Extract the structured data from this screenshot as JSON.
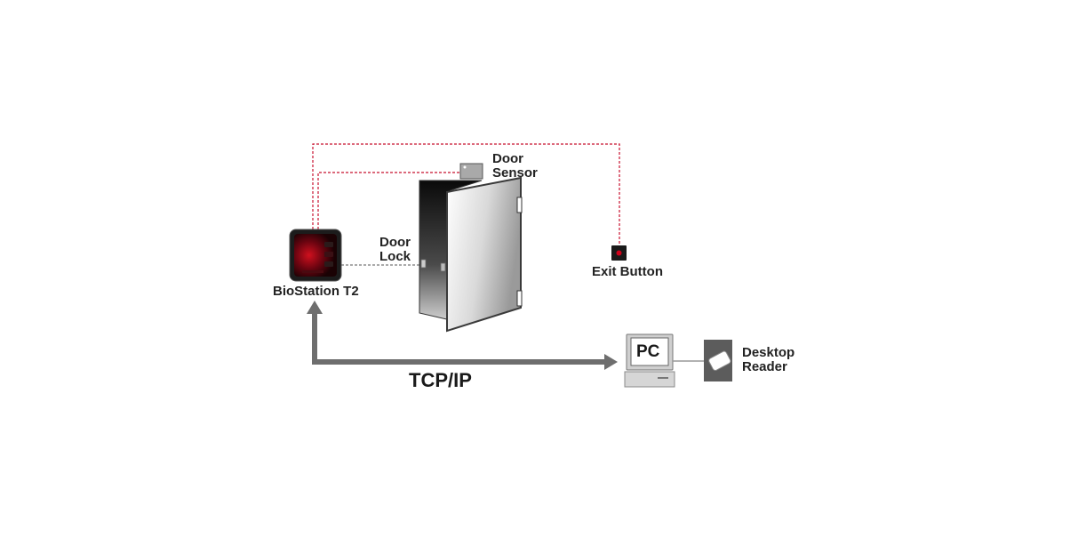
{
  "diagram": {
    "labels": {
      "door_sensor_line1": "Door",
      "door_sensor_line2": "Sensor",
      "door_lock_line1": "Door",
      "door_lock_line2": "Lock",
      "exit_button": "Exit Button",
      "biostation": "BioStation T2",
      "tcpip": "TCP/IP",
      "pc": "PC",
      "desktop_reader_line1": "Desktop",
      "desktop_reader_line2": "Reader"
    },
    "colors": {
      "dashed_red": "#c8102e",
      "dashed_gray": "#777777",
      "arrow_gray": "#6e6e6e",
      "button_red": "#d0021b",
      "device_red": "#b3001b"
    }
  }
}
